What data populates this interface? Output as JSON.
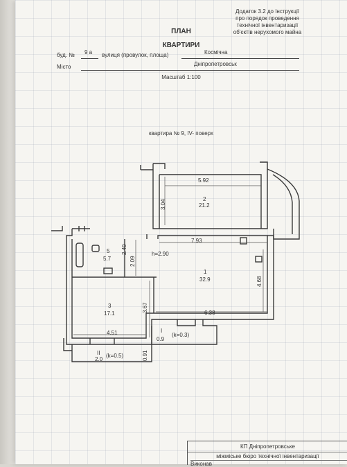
{
  "header": {
    "appendix": [
      "Додаток 3.2 до Інструкції",
      "про порядок проведення",
      "технічної інвентаризації",
      "об'єктів нерухомого майна"
    ],
    "title_line1": "ПЛАН",
    "title_line2": "КВАРТИРИ"
  },
  "address": {
    "building_label": "буд. №",
    "building_number": "9 а",
    "street_label": "вулиця (провулок, площа)",
    "street": "Космічна",
    "city_label": "Місто",
    "city": "Дніпропетровськ"
  },
  "scale": "Масштаб 1:100",
  "apartment_line": "квартира № 9,     IV- поверх",
  "plan": {
    "rooms": [
      {
        "number": "1",
        "area": "32.9"
      },
      {
        "number": "2",
        "area": "21.2"
      },
      {
        "number": "3",
        "area": "17.1"
      },
      {
        "number": "5",
        "area": "5.7"
      },
      {
        "number": "І",
        "area": "0.9",
        "coef": "(k=0.3)"
      },
      {
        "number": "ІІ",
        "area": "2.0",
        "coef": "(k=0.5)"
      }
    ],
    "dimensions": {
      "room2_width": "5.92",
      "room2_depth": "3.04",
      "room1_width": "7.93",
      "room1_depth": "4.68",
      "room1_bottom": "6.38",
      "bath_h1": "2.40",
      "bath_h2": "2.09",
      "ceiling_height": "h=2.90",
      "room3_depth": "3.67",
      "room3_width": "4.51",
      "balcony2_depth": "0.91"
    }
  },
  "stamp": {
    "line1": "КП Дніпропетровське",
    "line2": "міжміське бюро технічної інвентаризації",
    "line3": "Виконав"
  }
}
